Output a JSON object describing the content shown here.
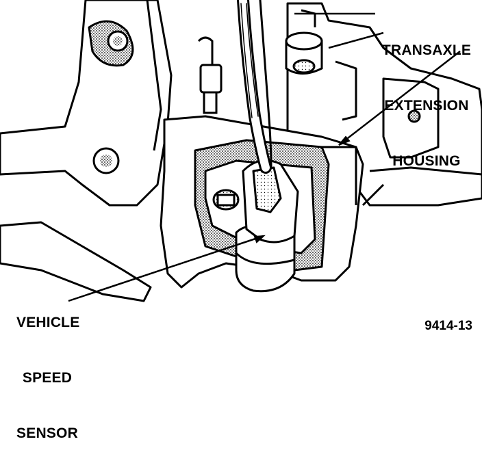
{
  "callouts": {
    "transaxle_line1": "TRANSAXLE",
    "transaxle_line2": "EXTENSION",
    "transaxle_line3": "HOUSING",
    "sensor_line1": "VEHICLE",
    "sensor_line2": "SPEED",
    "sensor_line3": "SENSOR"
  },
  "figure_number": "9414-13",
  "colors": {
    "ink": "#000000",
    "paper": "#ffffff"
  }
}
